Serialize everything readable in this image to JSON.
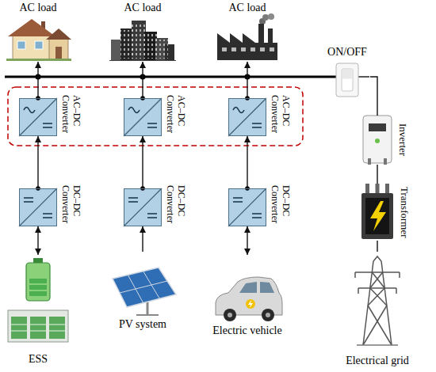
{
  "diagram": {
    "nodes": [
      {
        "text": [
          "AC load"
        ]
      },
      {
        "text": [
          "AC load"
        ]
      },
      {
        "text": [
          "AC load"
        ]
      },
      {
        "text": [
          "ON/OFF"
        ]
      },
      {
        "text": [
          "AC–DC Converter"
        ]
      },
      {
        "text": [
          "AC–DC Converter"
        ]
      },
      {
        "text": [
          "AC–DC Converter"
        ]
      },
      {
        "text": [
          "Inverter"
        ]
      },
      {
        "text": [
          "DC–DC Converter"
        ]
      },
      {
        "text": [
          "DC–DC Converter"
        ]
      },
      {
        "text": [
          "DC–DC Converter"
        ]
      },
      {
        "text": [
          "Transformer"
        ]
      },
      {
        "text": [
          "ESS"
        ]
      },
      {
        "text": [
          "PV system"
        ]
      },
      {
        "text": [
          "Electric vehicle"
        ]
      },
      {
        "text": [
          "Electrical grid"
        ]
      }
    ],
    "edges": [
      {
        "from": 4,
        "to": 0,
        "arrow": "to"
      },
      {
        "from": 5,
        "to": 1,
        "arrow": "to"
      },
      {
        "from": 6,
        "to": 2,
        "arrow": "to"
      },
      {
        "from": 3,
        "to": 7,
        "arrow": "none"
      },
      {
        "from": 8,
        "to": 4,
        "arrow": "to"
      },
      {
        "from": 9,
        "to": 5,
        "arrow": "to"
      },
      {
        "from": 10,
        "to": 6,
        "arrow": "to"
      },
      {
        "from": 7,
        "to": 11,
        "arrow": "none"
      },
      {
        "from": 8,
        "to": 12,
        "arrow": "both"
      },
      {
        "from": 13,
        "to": 9,
        "arrow": "to"
      },
      {
        "from": 10,
        "to": 14,
        "arrow": "both"
      },
      {
        "from": 11,
        "to": 15,
        "arrow": "none"
      }
    ]
  }
}
